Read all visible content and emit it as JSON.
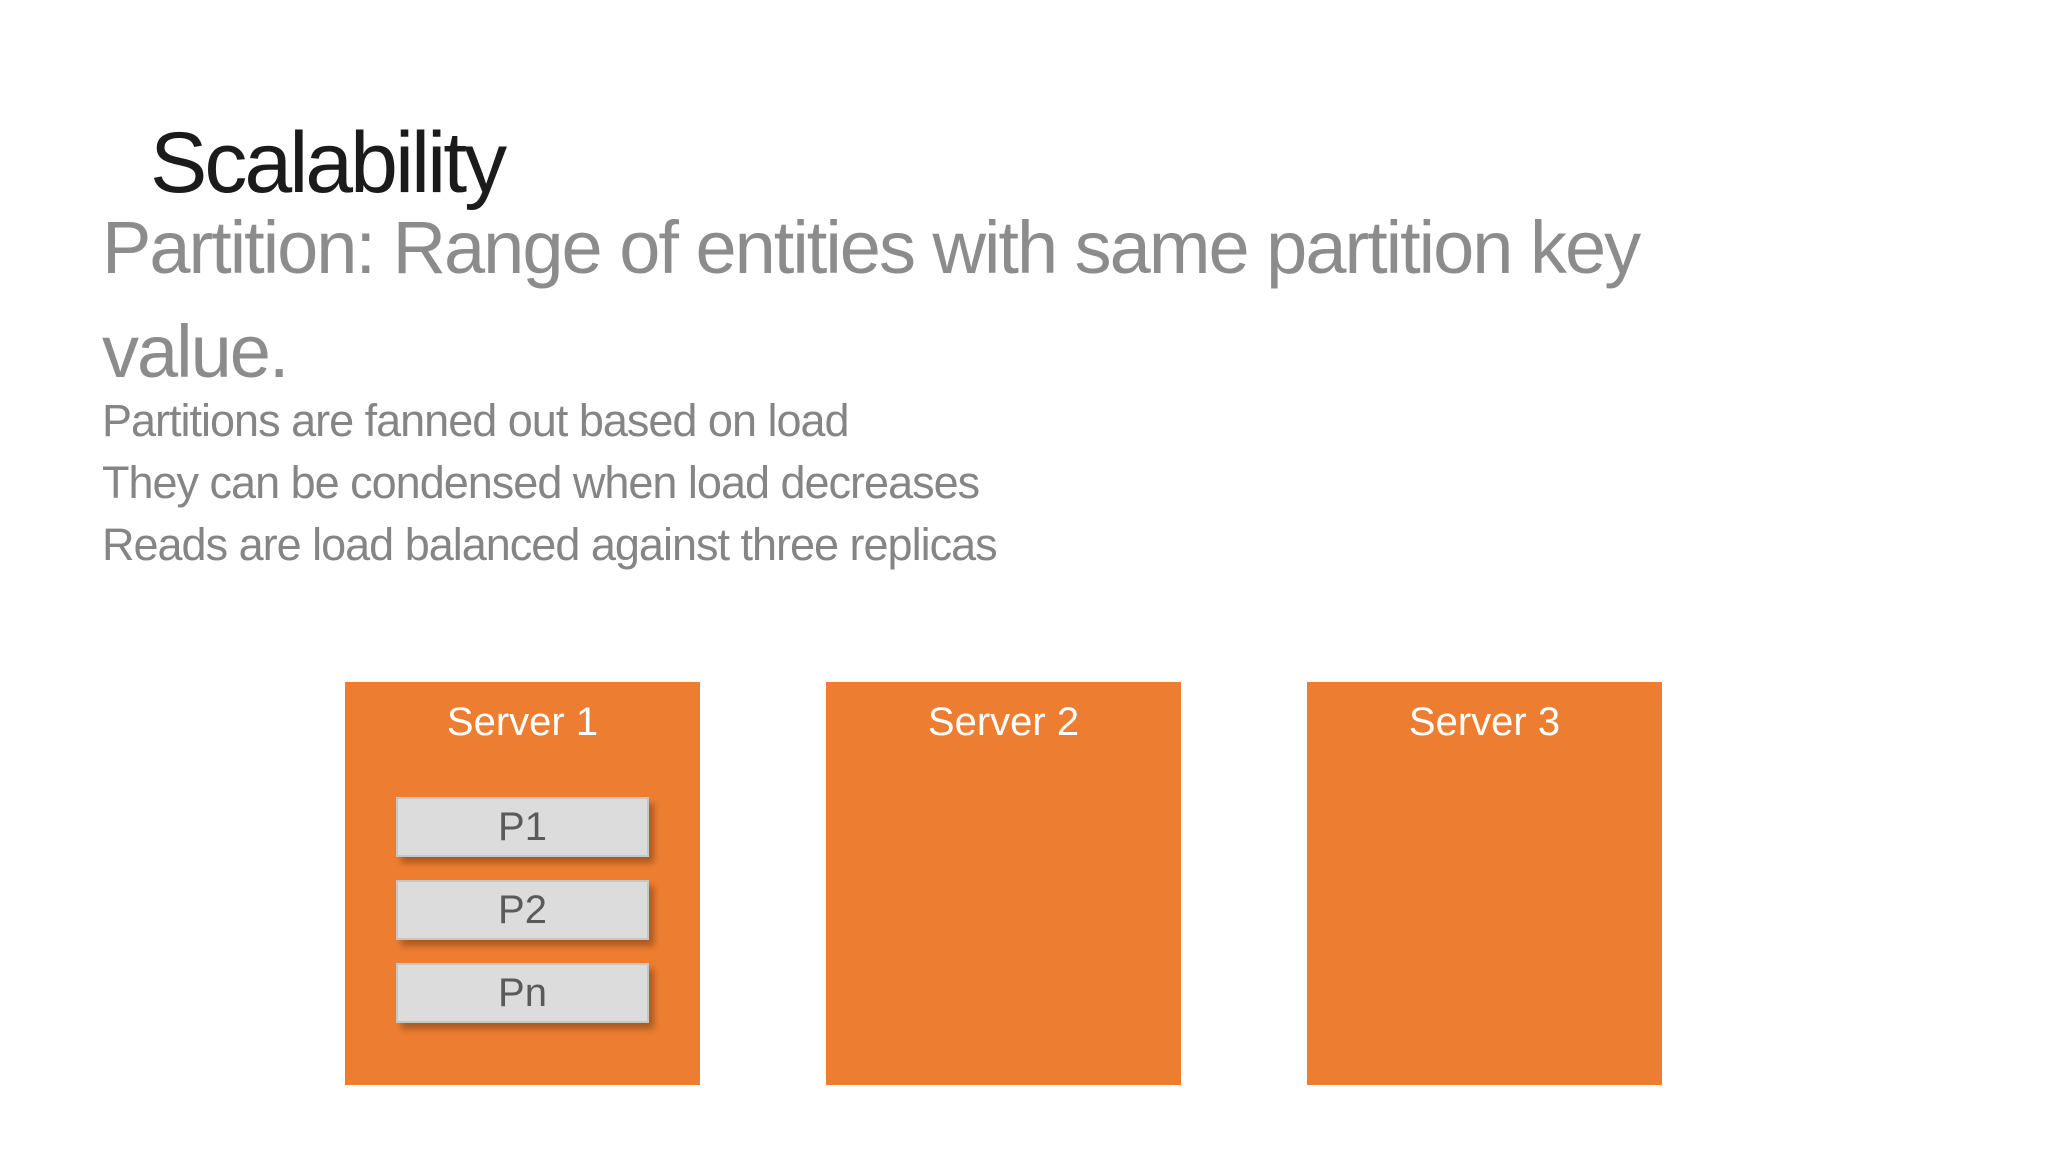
{
  "slide": {
    "title": "Scalability",
    "subtitle_lines": [
      "Partition: Range of entities with same partition key",
      "value."
    ],
    "body_lines": [
      "Partitions are fanned out based on load",
      "They can be condensed when load decreases",
      "Reads are load balanced against three replicas"
    ],
    "servers": [
      {
        "label": "Server 1",
        "partitions": [
          "P1",
          "P2",
          "Pn"
        ]
      },
      {
        "label": "Server 2",
        "partitions": []
      },
      {
        "label": "Server 3",
        "partitions": []
      }
    ],
    "colors": {
      "background": "#FFFFFF",
      "title_text": "#1B1B1B",
      "subtitle_text": "#8C8C8C",
      "body_text": "#858585",
      "server_fill": "#ED7D31",
      "server_label_text": "#FFFFFF",
      "partition_fill": "#DCDCDC",
      "partition_border": "#C6C6C6",
      "partition_text": "#5A5A5A"
    }
  }
}
